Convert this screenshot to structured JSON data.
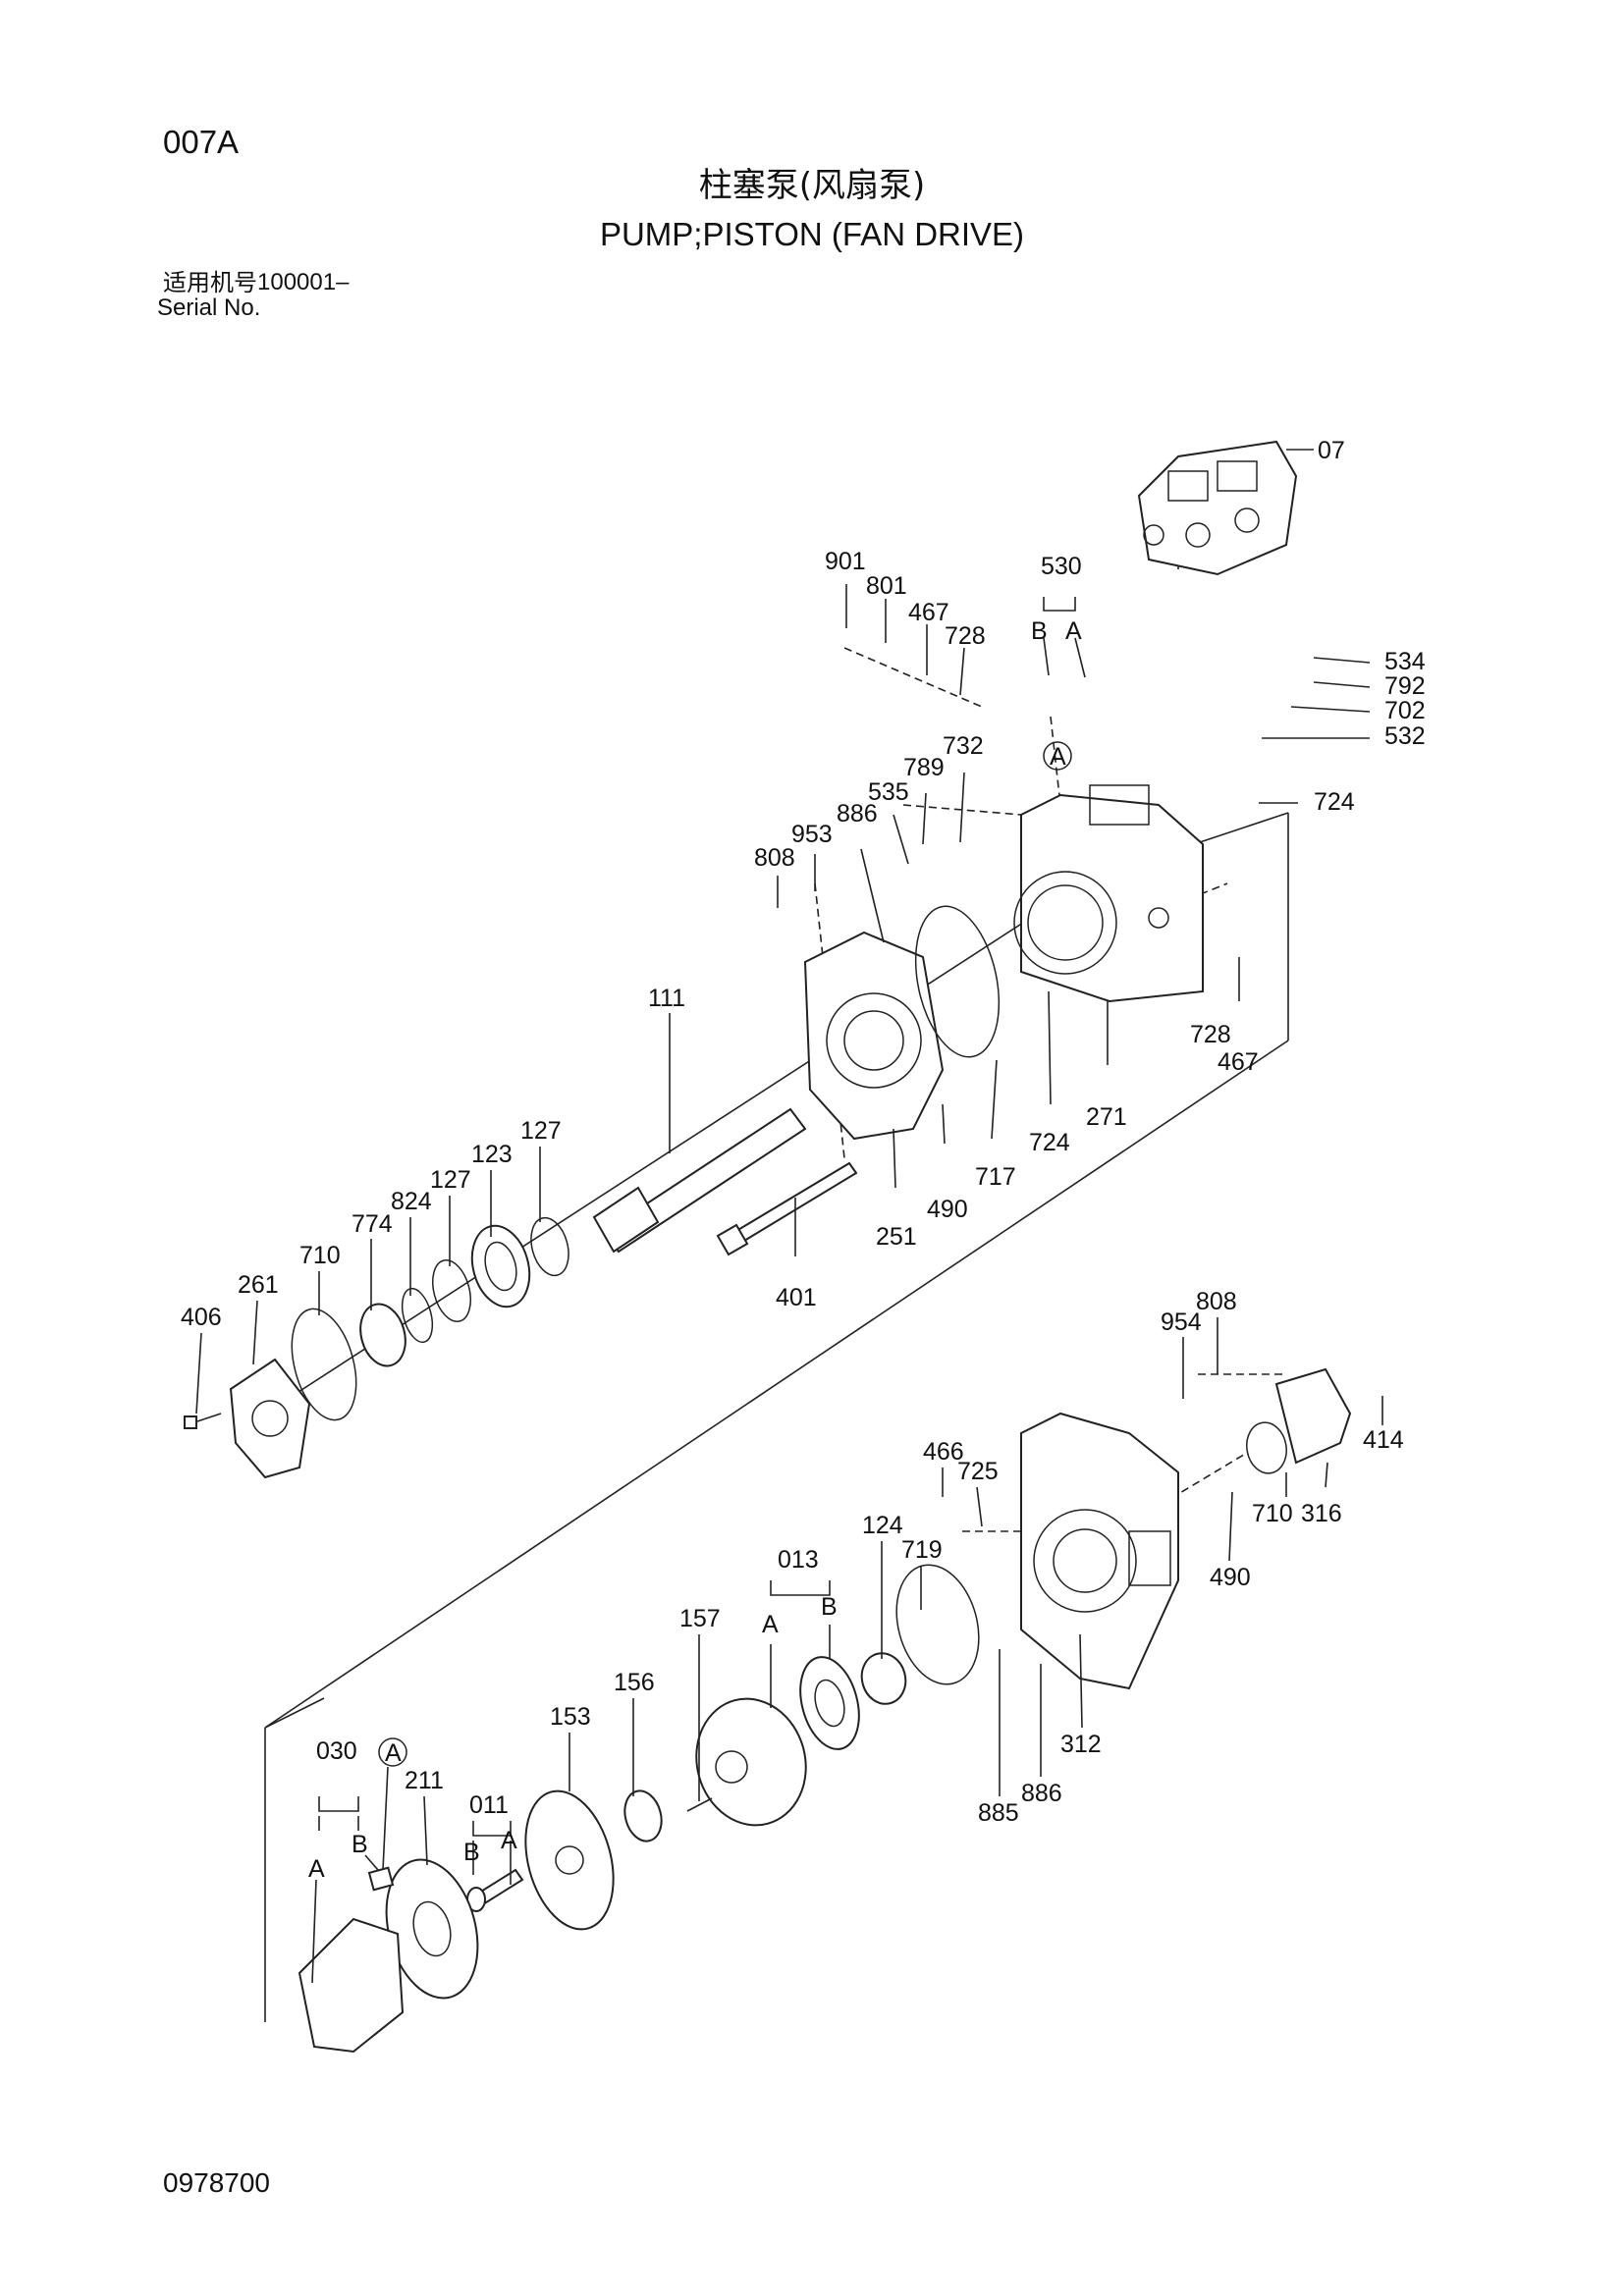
{
  "header": {
    "page_code": "007A",
    "title_cn": "柱塞泵(风扇泵)",
    "title_en": "PUMP;PISTON (FAN DRIVE)",
    "serial_label_cn": "适用机号",
    "serial_value": "100001–",
    "serial_label_en": "Serial No."
  },
  "footer": {
    "doc_code": "0978700"
  },
  "callouts": [
    {
      "id": "07",
      "text": "07"
    },
    {
      "id": "901",
      "text": "901"
    },
    {
      "id": "801",
      "text": "801"
    },
    {
      "id": "467a",
      "text": "467"
    },
    {
      "id": "728a",
      "text": "728"
    },
    {
      "id": "530",
      "text": "530"
    },
    {
      "id": "530B",
      "text": "B"
    },
    {
      "id": "530A",
      "text": "A"
    },
    {
      "id": "534",
      "text": "534"
    },
    {
      "id": "792",
      "text": "792"
    },
    {
      "id": "702",
      "text": "702"
    },
    {
      "id": "532",
      "text": "532"
    },
    {
      "id": "732",
      "text": "732"
    },
    {
      "id": "789",
      "text": "789"
    },
    {
      "id": "535",
      "text": "535"
    },
    {
      "id": "886a",
      "text": "886"
    },
    {
      "id": "953",
      "text": "953"
    },
    {
      "id": "808a",
      "text": "808"
    },
    {
      "id": "724a",
      "text": "724"
    },
    {
      "id": "markA1",
      "text": "A"
    },
    {
      "id": "111",
      "text": "111"
    },
    {
      "id": "728b",
      "text": "728"
    },
    {
      "id": "467b",
      "text": "467"
    },
    {
      "id": "271",
      "text": "271"
    },
    {
      "id": "724b",
      "text": "724"
    },
    {
      "id": "717",
      "text": "717"
    },
    {
      "id": "490a",
      "text": "490"
    },
    {
      "id": "251",
      "text": "251"
    },
    {
      "id": "401",
      "text": "401"
    },
    {
      "id": "127a",
      "text": "127"
    },
    {
      "id": "123",
      "text": "123"
    },
    {
      "id": "127b",
      "text": "127"
    },
    {
      "id": "824",
      "text": "824"
    },
    {
      "id": "774",
      "text": "774"
    },
    {
      "id": "710a",
      "text": "710"
    },
    {
      "id": "261",
      "text": "261"
    },
    {
      "id": "406",
      "text": "406"
    },
    {
      "id": "808b",
      "text": "808"
    },
    {
      "id": "954",
      "text": "954"
    },
    {
      "id": "414",
      "text": "414"
    },
    {
      "id": "466",
      "text": "466"
    },
    {
      "id": "725",
      "text": "725"
    },
    {
      "id": "710b",
      "text": "710"
    },
    {
      "id": "316",
      "text": "316"
    },
    {
      "id": "490b",
      "text": "490"
    },
    {
      "id": "124",
      "text": "124"
    },
    {
      "id": "013",
      "text": "013"
    },
    {
      "id": "013A",
      "text": "A"
    },
    {
      "id": "013B",
      "text": "B"
    },
    {
      "id": "719",
      "text": "719"
    },
    {
      "id": "157",
      "text": "157"
    },
    {
      "id": "156",
      "text": "156"
    },
    {
      "id": "153",
      "text": "153"
    },
    {
      "id": "312",
      "text": "312"
    },
    {
      "id": "886b",
      "text": "886"
    },
    {
      "id": "885",
      "text": "885"
    },
    {
      "id": "030",
      "text": "030"
    },
    {
      "id": "markA2",
      "text": "A"
    },
    {
      "id": "211",
      "text": "211"
    },
    {
      "id": "011",
      "text": "011"
    },
    {
      "id": "011B",
      "text": "B"
    },
    {
      "id": "011A",
      "text": "A"
    },
    {
      "id": "030B",
      "text": "B"
    },
    {
      "id": "030A",
      "text": "A"
    }
  ]
}
